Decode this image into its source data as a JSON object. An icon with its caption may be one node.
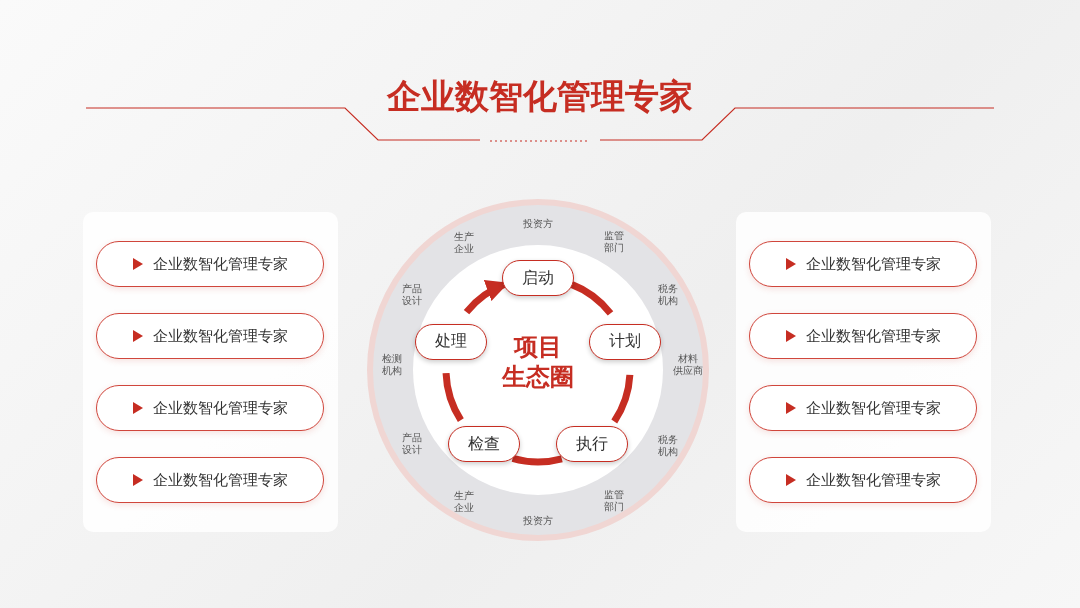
{
  "diagram": {
    "title": "企业数智化管理专家",
    "nodes": [
      {
        "text": [
          "企业数智化管理专家"
        ]
      },
      {
        "text": [
          "企业数智化管理专家"
        ]
      },
      {
        "text": [
          "企业数智化管理专家"
        ]
      },
      {
        "text": [
          "企业数智化管理专家"
        ]
      },
      {
        "text": [
          "项目生态圈"
        ]
      },
      {
        "text": [
          "启动"
        ]
      },
      {
        "text": [
          "计划"
        ]
      },
      {
        "text": [
          "执行"
        ]
      },
      {
        "text": [
          "检查"
        ]
      },
      {
        "text": [
          "处理"
        ]
      },
      {
        "text": [
          "企业数智化管理专家"
        ]
      },
      {
        "text": [
          "企业数智化管理专家"
        ]
      },
      {
        "text": [
          "企业数智化管理专家"
        ]
      },
      {
        "text": [
          "企业数智化管理专家"
        ]
      }
    ],
    "edges": [
      {
        "from": 5,
        "to": 6,
        "arrow": "none"
      },
      {
        "from": 6,
        "to": 7,
        "arrow": "none"
      },
      {
        "from": 7,
        "to": 8,
        "arrow": "none"
      },
      {
        "from": 8,
        "to": 9,
        "arrow": "none"
      },
      {
        "from": 9,
        "to": 5,
        "arrow": "to"
      }
    ],
    "labels": [
      "投资方",
      "生产企业",
      "监管部门",
      "产品设计",
      "税务机构",
      "检测机构",
      "材料供应商",
      "产品设计",
      "税务机构",
      "生产企业",
      "监管部门",
      "投资方"
    ]
  }
}
